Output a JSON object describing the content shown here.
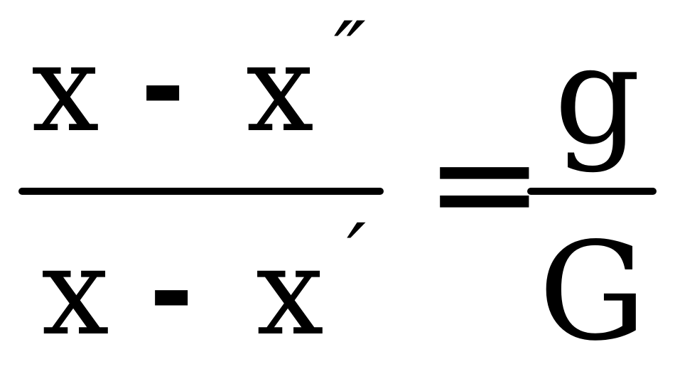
{
  "equation": {
    "left_numerator": {
      "var1": "x",
      "op": "-",
      "var2": "x",
      "mark": "″"
    },
    "left_denominator": {
      "var1": "x",
      "op": "-",
      "var2": "x",
      "mark": "′"
    },
    "equals": "=",
    "right_numerator": "g",
    "right_denominator": "G"
  }
}
